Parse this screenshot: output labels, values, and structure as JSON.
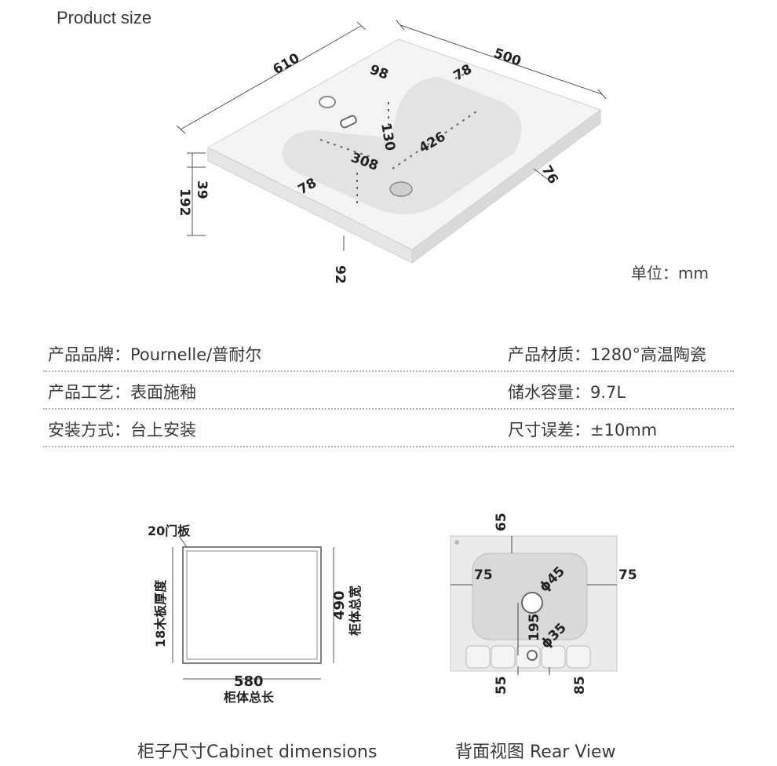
{
  "header": {
    "title": "Product size",
    "unit": "单位：mm"
  },
  "top_dims": {
    "d610": "610",
    "d500": "500",
    "d98": "98",
    "d78a": "78",
    "d130": "130",
    "d426": "426",
    "d308": "308",
    "d78b": "78",
    "d76": "76",
    "d39": "39",
    "d192": "192",
    "d92": "92"
  },
  "specs": [
    {
      "left": "产品品牌：Pournelle/普耐尔",
      "right": "产品材质：1280°高温陶瓷"
    },
    {
      "left": "产品工艺：表面施釉",
      "right": "储水容量：9.7L"
    },
    {
      "left": "安装方式：台上安装",
      "right": "尺寸误差：±10mm"
    }
  ],
  "cabinet": {
    "door": "20门板",
    "thickness": "18木板厚度",
    "width_value": "490",
    "width_label": "柜体总宽",
    "length_value": "580",
    "length_label": "柜体总长",
    "caption": "柜子尺寸Cabinet dimensions"
  },
  "rear": {
    "d65": "65",
    "d75l": "75",
    "d75r": "75",
    "phi45": "ϕ45",
    "d195": "195",
    "phi35": "ϕ35",
    "d55": "55",
    "d85": "85",
    "caption": "背面视图 Rear View"
  }
}
